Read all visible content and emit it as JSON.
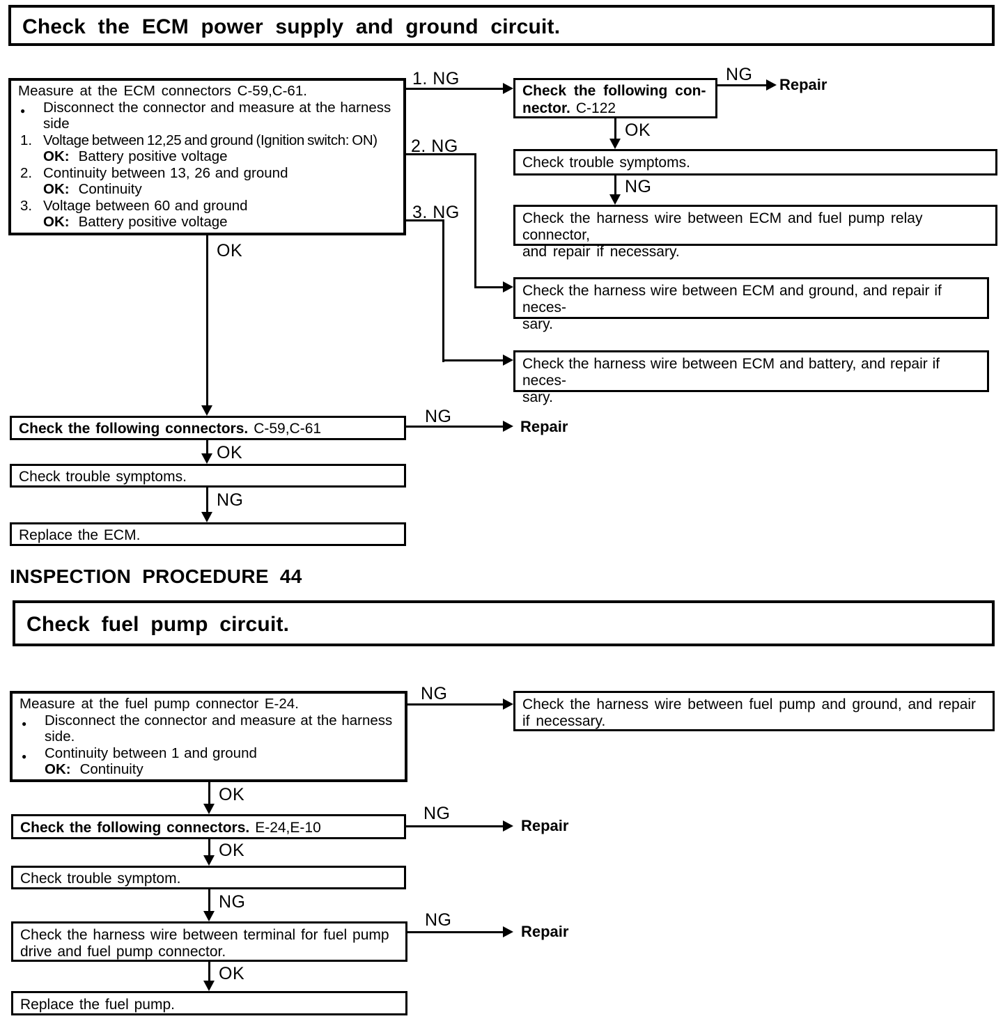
{
  "labels": {
    "ng": "NG",
    "ok": "OK",
    "repair": "Repair",
    "ng1": "1. NG",
    "ng2": "2. NG",
    "ng3": "3. NG",
    "bullet": "●",
    "ok_key": "OK:"
  },
  "section1": {
    "header": "Check the ECM power supply and ground circuit.",
    "measure_box": {
      "title": "Measure at the ECM connectors C-59,C-61.",
      "bullet_text": "Disconnect the connector and measure at the harness side",
      "items": [
        {
          "num": "1.",
          "text": "Voltage between 12,25 and ground (Ignition switch: ON)",
          "ok_value": "Battery positive voltage"
        },
        {
          "num": "2.",
          "text": "Continuity between 13, 26 and ground",
          "ok_value": "Continuity"
        },
        {
          "num": "3.",
          "text": "Voltage between 60 and ground",
          "ok_value": "Battery positive voltage"
        }
      ]
    },
    "connector_box": {
      "line1": "Check the following con-",
      "line2_bold": "nector.",
      "code": "C-122"
    },
    "trouble_box": "Check trouble symptoms.",
    "relay_box": {
      "line1": "Check the harness wire between ECM and fuel pump relay connector,",
      "line2": "and repair if necessary."
    },
    "ground_box": {
      "line1": "Check the harness wire between ECM and ground, and repair if neces-",
      "line2": "sary."
    },
    "battery_box": {
      "line1": "Check the harness wire between ECM and battery, and repair if neces-",
      "line2": "sary."
    },
    "connectors_box": {
      "bold": "Check the following connectors.",
      "code": "C-59,C-61"
    },
    "trouble_box2": "Check trouble symptoms.",
    "replace_box": "Replace the ECM."
  },
  "procedure_heading": "INSPECTION PROCEDURE 44",
  "section2": {
    "header": "Check fuel pump circuit.",
    "measure_box": {
      "title": "Measure at the fuel pump connector E-24.",
      "bullet1": "Disconnect the connector and measure at the harness side.",
      "bullet2": "Continuity between 1 and ground",
      "ok_value": "Continuity"
    },
    "ground_box": {
      "line1": "Check the harness wire between fuel pump and ground, and repair",
      "line2": "if necessary."
    },
    "connectors_box": {
      "bold": "Check the following connectors.",
      "code": "E-24,E-10"
    },
    "trouble_box": "Check trouble symptom.",
    "harness_box": {
      "line1": "Check the harness wire between terminal for fuel pump",
      "line2": "drive and fuel pump connector."
    },
    "replace_box": "Replace the fuel pump."
  }
}
